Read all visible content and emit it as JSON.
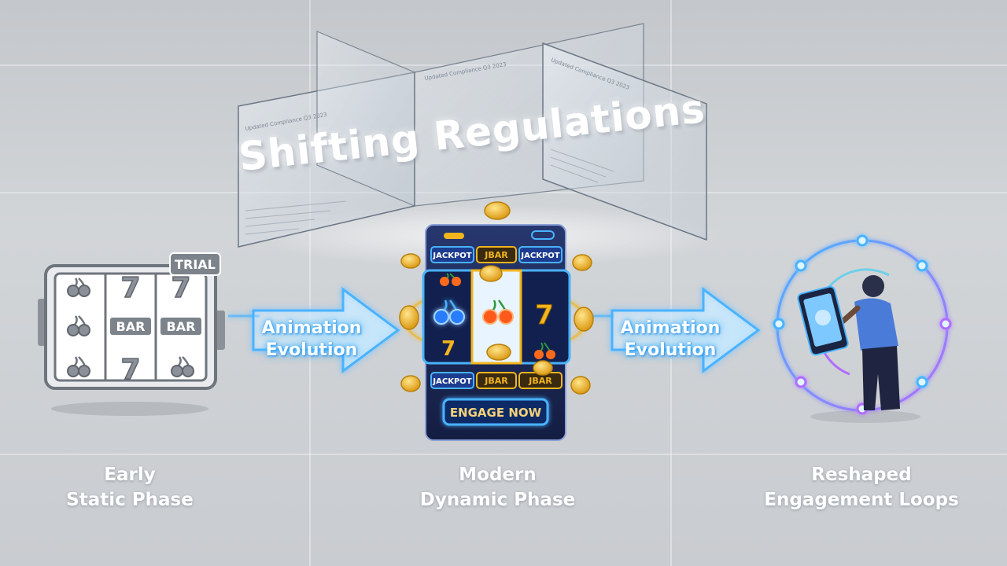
{
  "title": "Shifting Regulations",
  "glass_documents": {
    "left_heading": "Updated Compliance Q3 2023",
    "middle_heading": "Updated Compliance Q3 2023",
    "right_heading": "Updated Compliance Q3 2023"
  },
  "phases": [
    {
      "line1": "Early",
      "line2": "Static Phase"
    },
    {
      "line1": "Modern",
      "line2": "Dynamic Phase"
    },
    {
      "line1": "Reshaped",
      "line2": "Engagement Loops"
    }
  ],
  "arrows": [
    {
      "line1": "Animation",
      "line2": "Evolution"
    },
    {
      "line1": "Animation",
      "line2": "Evolution"
    }
  ],
  "static_machine": {
    "badge": "TRIAL",
    "bar_left": "BAR",
    "bar_right": "BAR",
    "seven": "7"
  },
  "dynamic_machine": {
    "top_badges": [
      "JACKPOT",
      "JBAR",
      "JACKPOT"
    ],
    "bottom_badges": [
      "JACKPOT",
      "JBAR",
      "JBAR"
    ],
    "seven": "7",
    "engage_button": "ENGAGE NOW"
  },
  "colors": {
    "neon_blue": "#49b3ff",
    "neon_purple": "#b06cff",
    "gold": "#f2b51d",
    "machine_navy": "#1b2a5c"
  }
}
